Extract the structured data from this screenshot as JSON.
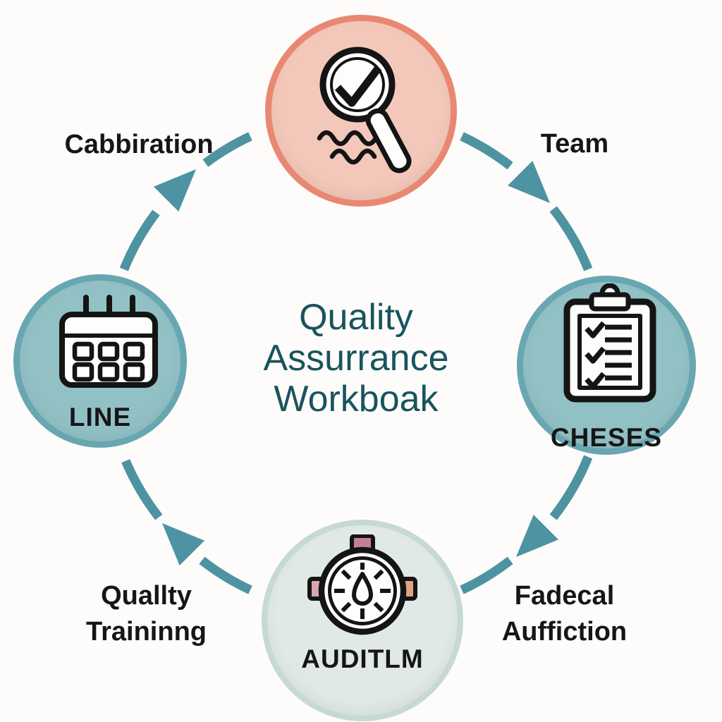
{
  "colors": {
    "background": "#fdfcfb",
    "arrow_color": "#4e93a2",
    "title_color": "#19545e",
    "label_ink": "#161616",
    "icon_ink": "#141414",
    "node_teal_fill": "#92c1c5",
    "node_teal_border": "#68a7b1",
    "node_salmon_fill": "#f3c8ba",
    "node_salmon_border": "#e98872",
    "node_pale_fill": "#e0e9e6",
    "node_pale_border": "#c6d9d3",
    "watch_btn_top": "#c57f90",
    "watch_btn_left": "#dba3ad",
    "watch_btn_right": "#dfa284"
  },
  "title": {
    "lines": [
      "Quality",
      "Assurrance",
      "Workboak"
    ]
  },
  "nodes": {
    "top": {
      "icon": "magnifier-check-icon",
      "label": ""
    },
    "right": {
      "icon": "clipboard-checklist-icon",
      "label": "CHESES"
    },
    "bottom": {
      "icon": "stopwatch-icon",
      "label": "AUDITLM"
    },
    "left": {
      "icon": "calendar-icon",
      "label": "LINE"
    }
  },
  "outer_labels": {
    "top_left": {
      "line1": "Cabbiration"
    },
    "top_right": {
      "line1": "Team"
    },
    "bottom_left": {
      "line1": "Quallty",
      "line2": "Traininng"
    },
    "bottom_right": {
      "line1": "Fadecal",
      "line2": "Auffiction"
    }
  },
  "arrows": {
    "direction": "clockwise",
    "count": 4
  }
}
